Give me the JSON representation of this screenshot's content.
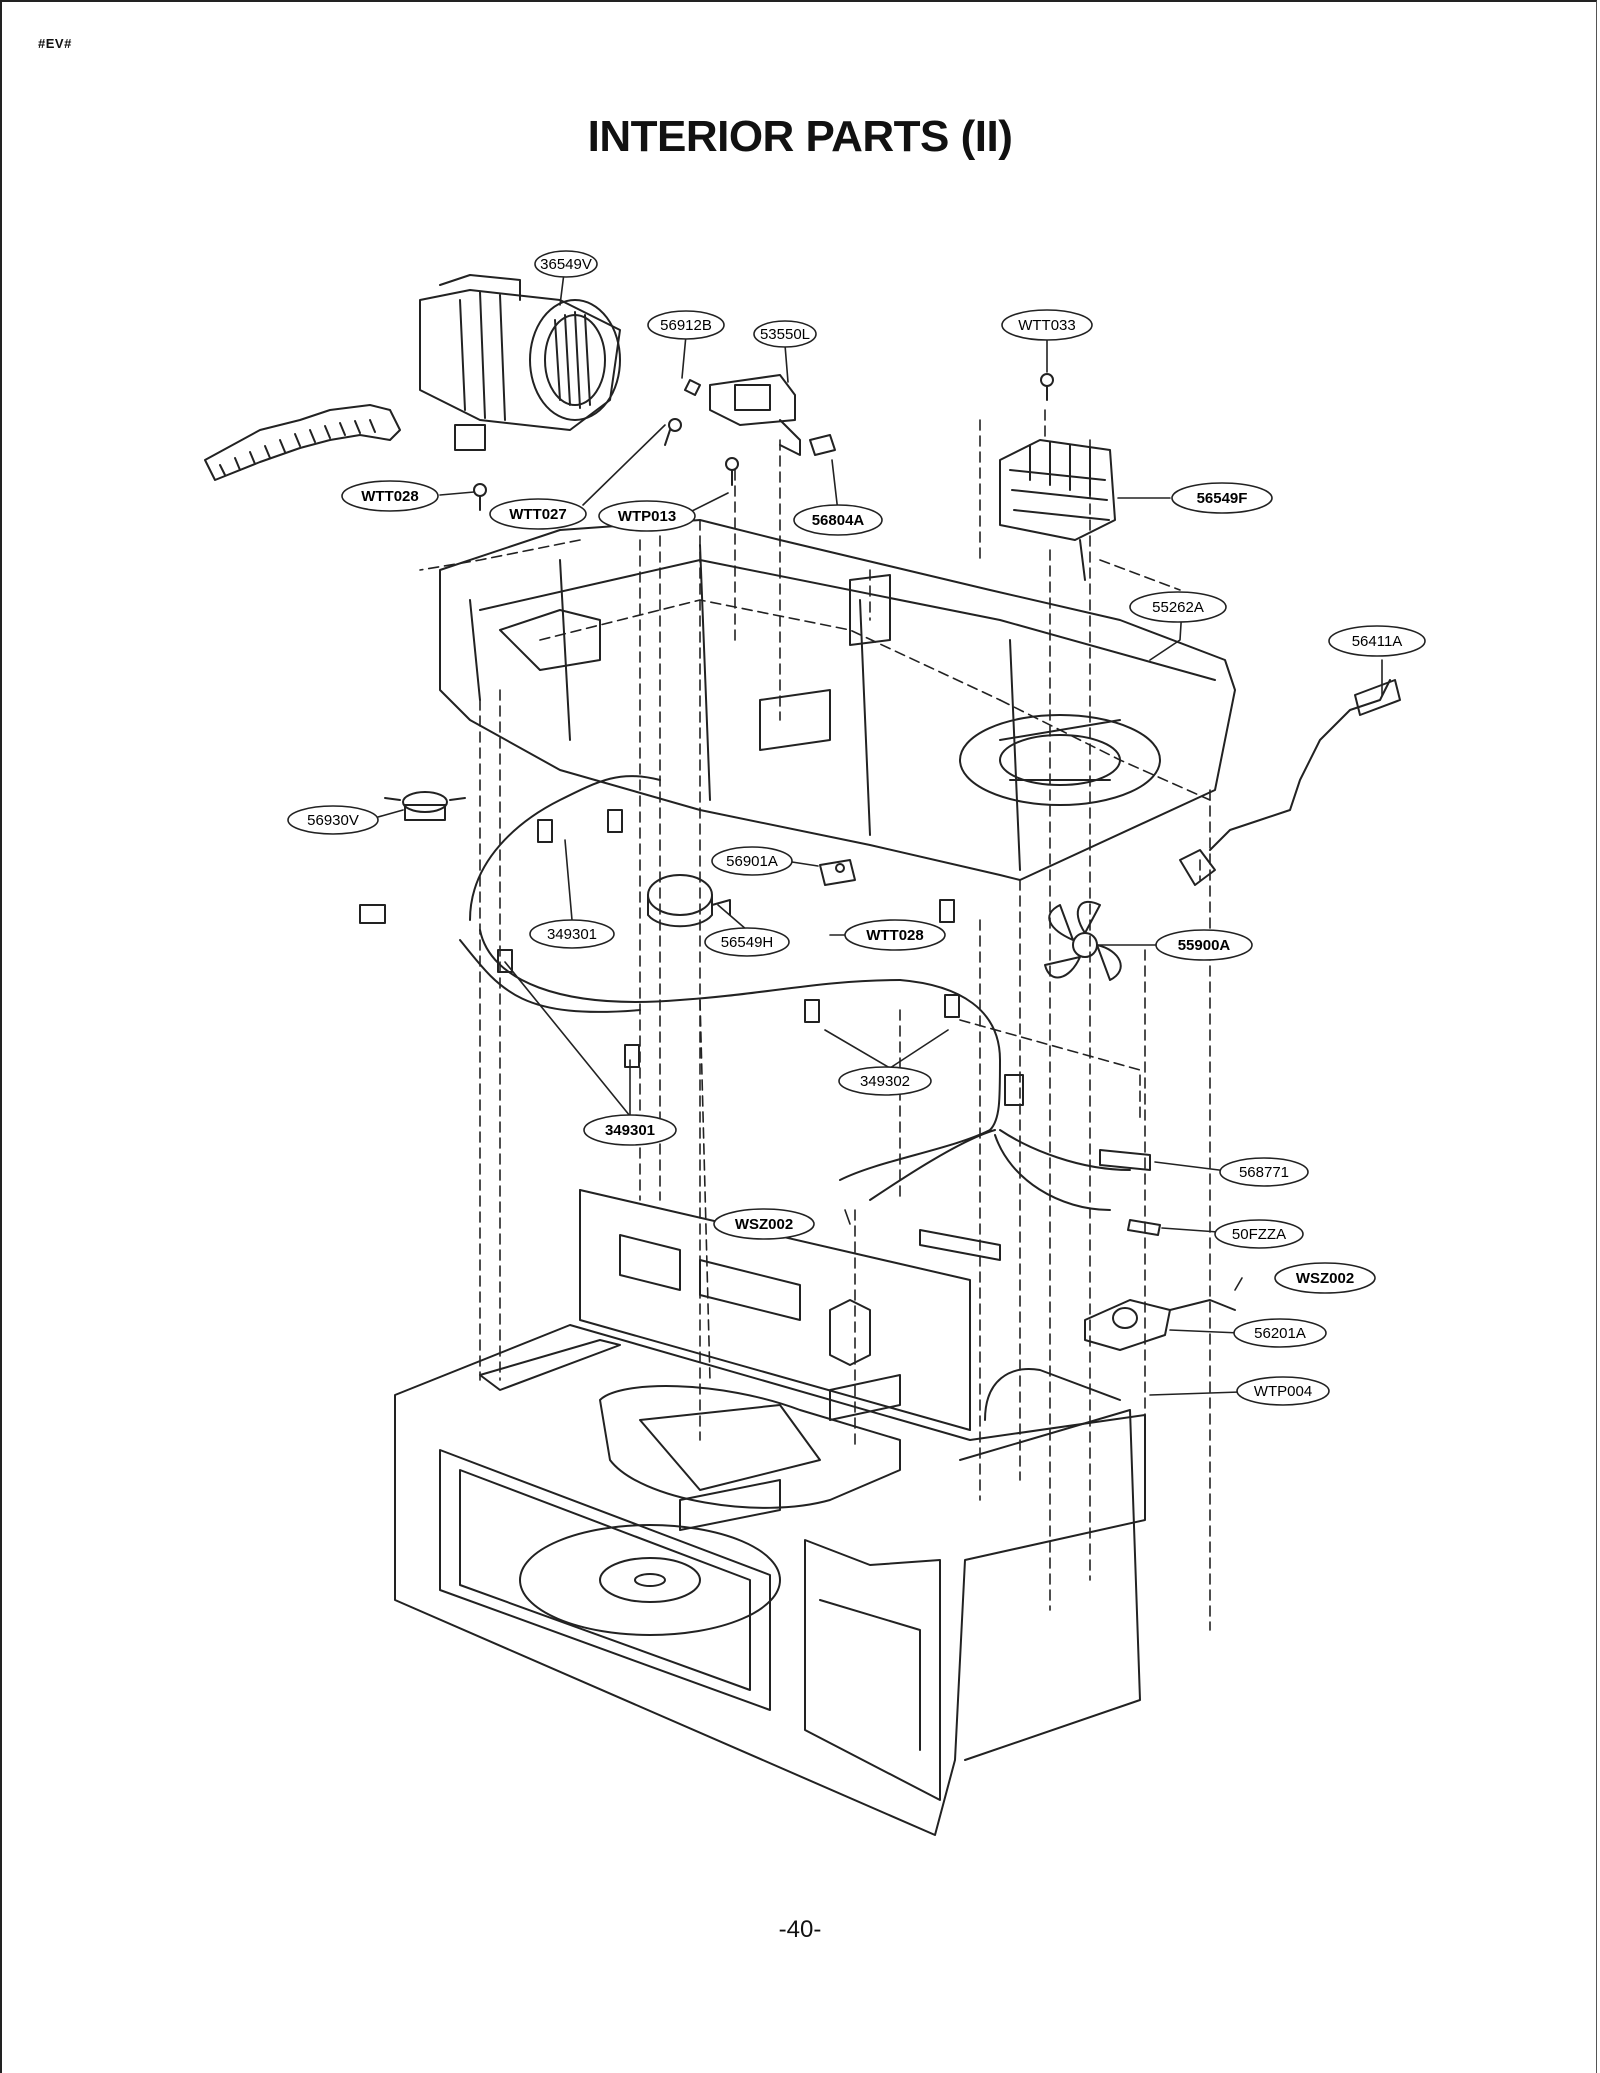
{
  "header_tag": "#EV#",
  "title": "INTERIOR PARTS (II)",
  "page_number": "-40-",
  "part_labels": [
    {
      "text": "36549V",
      "bold": false
    },
    {
      "text": "56912B",
      "bold": false
    },
    {
      "text": "53550L",
      "bold": false
    },
    {
      "text": "WTT033",
      "bold": false
    },
    {
      "text": "WTT028",
      "bold": true
    },
    {
      "text": "WTT027",
      "bold": true
    },
    {
      "text": "WTP013",
      "bold": true
    },
    {
      "text": "56804A",
      "bold": true
    },
    {
      "text": "56549F",
      "bold": true
    },
    {
      "text": "55262A",
      "bold": false
    },
    {
      "text": "56411A",
      "bold": false
    },
    {
      "text": "56930V",
      "bold": false
    },
    {
      "text": "56901A",
      "bold": false
    },
    {
      "text": "349301",
      "bold": false
    },
    {
      "text": "56549H",
      "bold": false
    },
    {
      "text": "WTT028",
      "bold": true
    },
    {
      "text": "55900A",
      "bold": true
    },
    {
      "text": "349302",
      "bold": false
    },
    {
      "text": "349301",
      "bold": true
    },
    {
      "text": "568771",
      "bold": false
    },
    {
      "text": "WSZ002",
      "bold": true
    },
    {
      "text": "50FZZA",
      "bold": false
    },
    {
      "text": "WSZ002",
      "bold": true
    },
    {
      "text": "56201A",
      "bold": false
    },
    {
      "text": "WTP004",
      "bold": false
    }
  ]
}
